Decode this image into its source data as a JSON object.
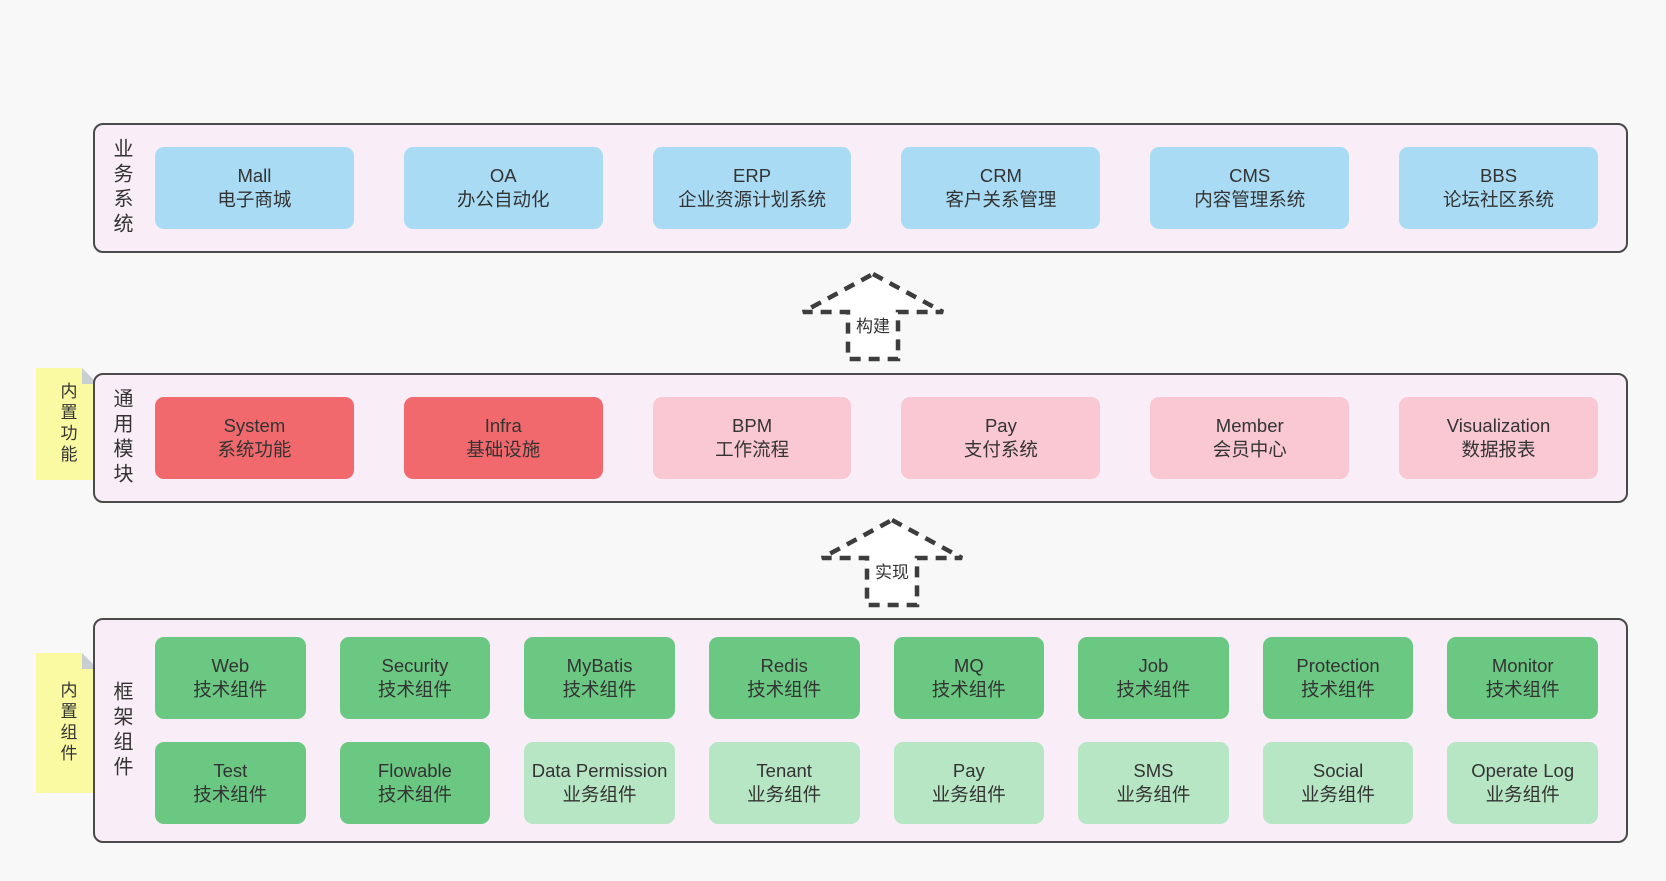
{
  "colors": {
    "page_bg": "#f8f8f8",
    "panel_bg": "#f9eef7",
    "panel_border": "#4a4a4a",
    "blue": "#a9dcf4",
    "red": "#f2696d",
    "pink": "#f9c8d3",
    "green_dark": "#6bc882",
    "green_light": "#b7e6c4",
    "note_bg": "#fafaa3",
    "note_fold": "#c9ced2",
    "text": "#333333"
  },
  "arrows": [
    {
      "label": "构建"
    },
    {
      "label": "实现"
    }
  ],
  "layers": [
    {
      "id": "business",
      "title": "业务系统",
      "rows": [
        [
          {
            "name": "Mall",
            "desc": "电子商城",
            "variant": "blue"
          },
          {
            "name": "OA",
            "desc": "办公自动化",
            "variant": "blue"
          },
          {
            "name": "ERP",
            "desc": "企业资源计划系统",
            "variant": "blue"
          },
          {
            "name": "CRM",
            "desc": "客户关系管理",
            "variant": "blue"
          },
          {
            "name": "CMS",
            "desc": "内容管理系统",
            "variant": "blue"
          },
          {
            "name": "BBS",
            "desc": "论坛社区系统",
            "variant": "blue"
          }
        ]
      ]
    },
    {
      "id": "modules",
      "title": "通用模块",
      "note": "内置功能",
      "rows": [
        [
          {
            "name": "System",
            "desc": "系统功能",
            "variant": "red"
          },
          {
            "name": "Infra",
            "desc": "基础设施",
            "variant": "red"
          },
          {
            "name": "BPM",
            "desc": "工作流程",
            "variant": "pink"
          },
          {
            "name": "Pay",
            "desc": "支付系统",
            "variant": "pink"
          },
          {
            "name": "Member",
            "desc": "会员中心",
            "variant": "pink"
          },
          {
            "name": "Visualization",
            "desc": "数据报表",
            "variant": "pink"
          }
        ]
      ]
    },
    {
      "id": "components",
      "title": "框架组件",
      "note": "内置组件",
      "rows": [
        [
          {
            "name": "Web",
            "desc": "技术组件",
            "variant": "green-dark"
          },
          {
            "name": "Security",
            "desc": "技术组件",
            "variant": "green-dark"
          },
          {
            "name": "MyBatis",
            "desc": "技术组件",
            "variant": "green-dark"
          },
          {
            "name": "Redis",
            "desc": "技术组件",
            "variant": "green-dark"
          },
          {
            "name": "MQ",
            "desc": "技术组件",
            "variant": "green-dark"
          },
          {
            "name": "Job",
            "desc": "技术组件",
            "variant": "green-dark"
          },
          {
            "name": "Protection",
            "desc": "技术组件",
            "variant": "green-dark"
          },
          {
            "name": "Monitor",
            "desc": "技术组件",
            "variant": "green-dark"
          }
        ],
        [
          {
            "name": "Test",
            "desc": "技术组件",
            "variant": "green-dark"
          },
          {
            "name": "Flowable",
            "desc": "技术组件",
            "variant": "green-dark"
          },
          {
            "name": "Data Permission",
            "desc": "业务组件",
            "variant": "green-light"
          },
          {
            "name": "Tenant",
            "desc": "业务组件",
            "variant": "green-light"
          },
          {
            "name": "Pay",
            "desc": "业务组件",
            "variant": "green-light"
          },
          {
            "name": "SMS",
            "desc": "业务组件",
            "variant": "green-light"
          },
          {
            "name": "Social",
            "desc": "业务组件",
            "variant": "green-light"
          },
          {
            "name": "Operate Log",
            "desc": "业务组件",
            "variant": "green-light"
          }
        ]
      ]
    }
  ]
}
